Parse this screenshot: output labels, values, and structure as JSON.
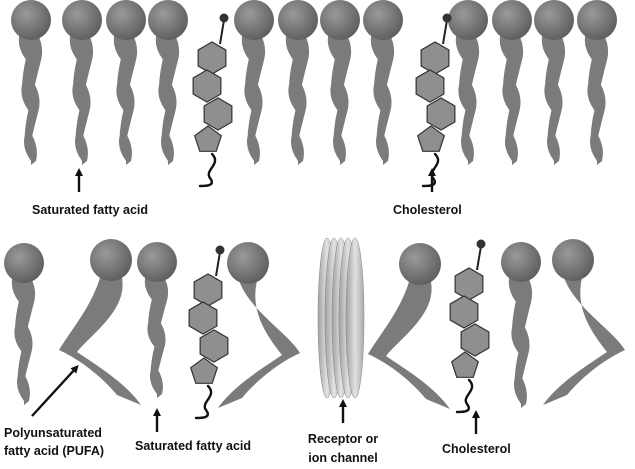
{
  "labels": {
    "top_saturated": "Saturated fatty acid",
    "top_cholesterol": "Cholesterol",
    "pufa_line1": "Polyunsaturated",
    "pufa_line2": "fatty acid (PUFA)",
    "bottom_saturated": "Saturated fatty acid",
    "receptor_line1": "Receptor or",
    "receptor_line2": "ion channel",
    "bottom_cholesterol": "Cholesterol"
  },
  "colors": {
    "head": "#6b6b6b",
    "tail": "#7b7b7b",
    "ring": "#8f8f8f",
    "ring_stroke": "#333333",
    "channel": "#b5b5b5",
    "arrow": "#111111",
    "text": "#111111"
  }
}
